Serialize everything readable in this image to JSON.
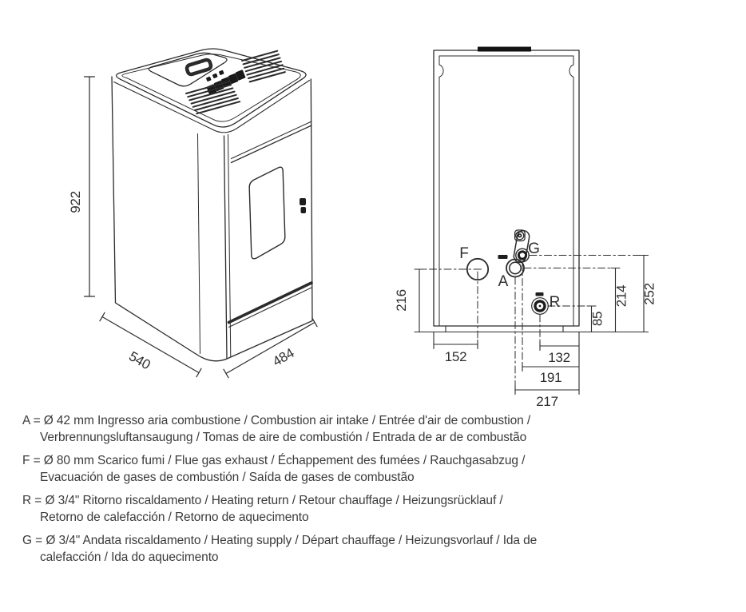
{
  "drawing": {
    "iso": {
      "height": "922",
      "depth": "540",
      "width": "484"
    },
    "rear": {
      "ports": {
        "f": "F",
        "g": "G",
        "a": "A",
        "r": "R"
      },
      "dims": {
        "d216": "216",
        "d152": "152",
        "d132": "132",
        "d191": "191",
        "d217": "217",
        "d85": "85",
        "d214": "214",
        "d252": "252"
      }
    }
  },
  "legend": {
    "lines": [
      {
        "text": "A = Ø 42 mm Ingresso aria combustione / Combustion air intake / Entrée d'air de combustion /",
        "indent": false
      },
      {
        "text": "Verbrennungsluftansaugung / Tomas de aire de combustión / Entrada de ar de combustão",
        "indent": true
      },
      {
        "text": "F = Ø 80 mm Scarico fumi / Flue gas exhaust / Échappement des fumées / Rauchgasabzug /",
        "indent": false
      },
      {
        "text": "Evacuación de gases de combustión / Saída de gases de combustão",
        "indent": true
      },
      {
        "text": "R = Ø 3/4\" Ritorno riscaldamento / Heating return / Retour chauffage / Heizungsrücklauf /",
        "indent": false
      },
      {
        "text": "Retorno de calefacción / Retorno de aquecimento",
        "indent": true
      },
      {
        "text": "G = Ø 3/4\" Andata riscaldamento / Heating supply / Départ chauffage / Heizungsvorlauf / Ida de",
        "indent": false
      },
      {
        "text": "calefacción / Ida do aquecimento",
        "indent": true
      }
    ]
  },
  "colors": {
    "line": "#2b2b2b",
    "dark_fill": "#1d1d1d",
    "text": "#3b3b3b",
    "background": "#ffffff"
  }
}
